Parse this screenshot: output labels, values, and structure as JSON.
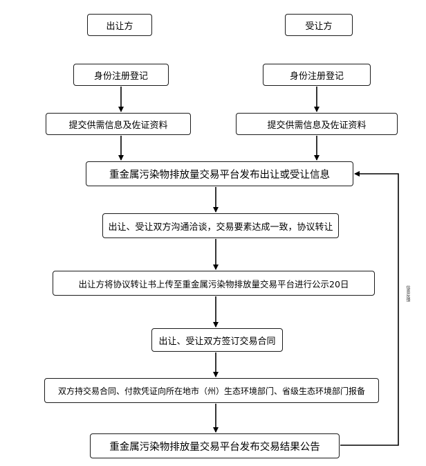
{
  "roles": {
    "seller": "出让方",
    "buyer": "受让方"
  },
  "steps": {
    "seller_register": "身份注册登记",
    "buyer_register": "身份注册登记",
    "seller_submit": "提交供需信息及佐证资料",
    "buyer_submit": "提交供需信息及佐证资料",
    "publish_info": "重金属污染物排放量交易平台发布出让或受让信息",
    "negotiate": "出让、受让双方沟通洽谈，交易要素达成一致，协议转让",
    "upload_publicize": "出让方将协议转让书上传至重金属污染物排放量交易平台进行公示20日",
    "sign_contract": "出让、受让双方签订交易合同",
    "file_report": "双方持交易合同、付款凭证向所在地市（州）生态环境部门、省级生态环境部门报备",
    "publish_result": "重金属污染物排放量交易平台发布交易结果公告"
  },
  "feedback_label": "信息反馈"
}
